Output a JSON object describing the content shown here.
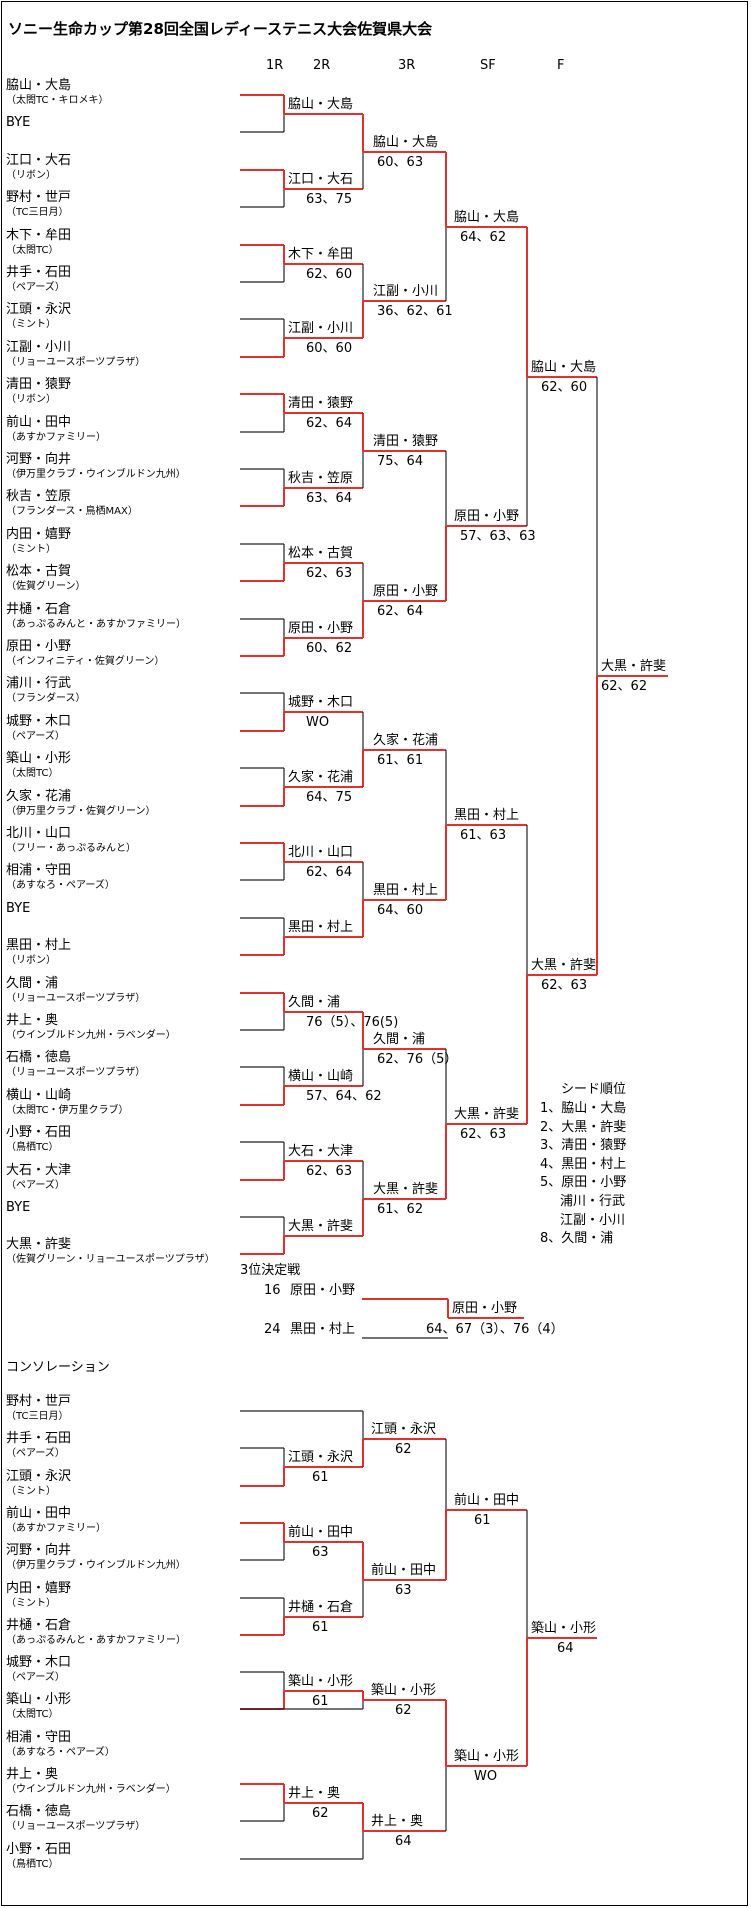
{
  "title": "ソニー生命カップ第28回全国レディーステニス大会佐賀県大会",
  "round_headers": [
    "1R",
    "2R",
    "3R",
    "SF",
    "F"
  ],
  "entries": [
    {
      "name": "脇山・大島",
      "club": "（太閤TC・キロメキ）"
    },
    {
      "name": "BYE",
      "club": ""
    },
    {
      "name": "江口・大石",
      "club": "（リボン）"
    },
    {
      "name": "野村・世戸",
      "club": "（TC三日月）"
    },
    {
      "name": "木下・牟田",
      "club": "（太閤TC）"
    },
    {
      "name": "井手・石田",
      "club": "（ペアーズ）"
    },
    {
      "name": "江頭・永沢",
      "club": "（ミント）"
    },
    {
      "name": "江副・小川",
      "club": "（リョーユースポーツプラザ）"
    },
    {
      "name": "清田・猿野",
      "club": "（リボン）"
    },
    {
      "name": "前山・田中",
      "club": "（あすかファミリー）"
    },
    {
      "name": "河野・向井",
      "club": "（伊万里クラブ・ウインブルドン九州）"
    },
    {
      "name": "秋吉・笠原",
      "club": "（フランダース・鳥栖MAX）"
    },
    {
      "name": "内田・嬉野",
      "club": "（ミント）"
    },
    {
      "name": "松本・古賀",
      "club": "（佐賀グリーン）"
    },
    {
      "name": "井樋・石倉",
      "club": "（あっぷるみんと・あすかファミリー）"
    },
    {
      "name": "原田・小野",
      "club": "（インフィニティ・佐賀グリーン）"
    },
    {
      "name": "浦川・行武",
      "club": "（フランダース）"
    },
    {
      "name": "城野・木口",
      "club": "（ペアーズ）"
    },
    {
      "name": "築山・小形",
      "club": "（太閤TC）"
    },
    {
      "name": "久家・花浦",
      "club": "（伊万里クラブ・佐賀グリーン）"
    },
    {
      "name": "北川・山口",
      "club": "（フリー・あっぷるみんと）"
    },
    {
      "name": "相浦・守田",
      "club": "（あすなろ・ペアーズ）"
    },
    {
      "name": "BYE",
      "club": ""
    },
    {
      "name": "黒田・村上",
      "club": "（リボン）"
    },
    {
      "name": "久間・浦",
      "club": "（リョーユースポーツプラザ）"
    },
    {
      "name": "井上・奥",
      "club": "（ウインブルドン九州・ラベンダー）"
    },
    {
      "name": "石橋・徳島",
      "club": "（リョーユースポーツプラザ）"
    },
    {
      "name": "横山・山崎",
      "club": "（太閤TC・伊万里クラブ）"
    },
    {
      "name": "小野・石田",
      "club": "（鳥栖TC）"
    },
    {
      "name": "大石・大津",
      "club": "（ペアーズ）"
    },
    {
      "name": "BYE",
      "club": ""
    },
    {
      "name": "大黒・許斐",
      "club": "（佐賀グリーン・リョーユースポーツプラザ）"
    }
  ],
  "r2_winners": [
    {
      "name": "脇山・大島",
      "score": ""
    },
    {
      "name": "江口・大石",
      "score": "63、75"
    },
    {
      "name": "木下・牟田",
      "score": "62、60"
    },
    {
      "name": "江副・小川",
      "score": "60、60"
    },
    {
      "name": "清田・猿野",
      "score": "62、64"
    },
    {
      "name": "秋吉・笠原",
      "score": "63、64"
    },
    {
      "name": "松本・古賀",
      "score": "62、63"
    },
    {
      "name": "原田・小野",
      "score": "60、62"
    },
    {
      "name": "城野・木口",
      "score": "WO"
    },
    {
      "name": "久家・花浦",
      "score": "64、75"
    },
    {
      "name": "北川・山口",
      "score": "62、64"
    },
    {
      "name": "黒田・村上",
      "score": ""
    },
    {
      "name": "久間・浦",
      "score": "76（5）、76(5)"
    },
    {
      "name": "横山・山崎",
      "score": "57、64、62"
    },
    {
      "name": "大石・大津",
      "score": "62、63"
    },
    {
      "name": "大黒・許斐",
      "score": ""
    }
  ],
  "r3_winners": [
    {
      "name": "脇山・大島",
      "score": "60、63"
    },
    {
      "name": "江副・小川",
      "score": "36、62、61"
    },
    {
      "name": "清田・猿野",
      "score": "75、64"
    },
    {
      "name": "原田・小野",
      "score": "62、64"
    },
    {
      "name": "久家・花浦",
      "score": "61、61"
    },
    {
      "name": "黒田・村上",
      "score": "64、60"
    },
    {
      "name": "久間・浦",
      "score": "62、76（5）"
    },
    {
      "name": "大黒・許斐",
      "score": "61、62"
    }
  ],
  "sf_winners": [
    {
      "name": "脇山・大島",
      "score": "64、62"
    },
    {
      "name": "原田・小野",
      "score": "57、63、63"
    },
    {
      "name": "黒田・村上",
      "score": "61、63"
    },
    {
      "name": "大黒・許斐",
      "score": "62、63"
    }
  ],
  "f_winners": [
    {
      "name": "脇山・大島",
      "score": "62、60"
    },
    {
      "name": "大黒・許斐",
      "score": "62、63"
    }
  ],
  "champion": {
    "name": "大黒・許斐",
    "score": "62、62"
  },
  "seeds": {
    "title": "シード順位",
    "items": [
      "1、脇山・大島",
      "2、大黒・許斐",
      "3、清田・猿野",
      "4、黒田・村上",
      "5、原田・小野",
      "浦川・行武",
      "江副・小川",
      "8、久間・浦"
    ]
  },
  "third_place": {
    "title": "3位決定戦",
    "players": [
      {
        "seed": "16",
        "name": "原田・小野"
      },
      {
        "seed": "24",
        "name": "黒田・村上"
      }
    ],
    "winner": "原田・小野",
    "score": "64、67（3）、76（4）"
  },
  "consolation": {
    "title": "コンソレーション",
    "entries": [
      {
        "name": "野村・世戸",
        "club": "（TC三日月）"
      },
      {
        "name": "井手・石田",
        "club": "（ペアーズ）"
      },
      {
        "name": "江頭・永沢",
        "club": "（ミント）"
      },
      {
        "name": "前山・田中",
        "club": "（あすかファミリー）"
      },
      {
        "name": "河野・向井",
        "club": "（伊万里クラブ・ウインブルドン九州）"
      },
      {
        "name": "内田・嬉野",
        "club": "（ミント）"
      },
      {
        "name": "井樋・石倉",
        "club": "（あっぷるみんと・あすかファミリー）"
      },
      {
        "name": "城野・木口",
        "club": "（ペアーズ）"
      },
      {
        "name": "築山・小形",
        "club": "（太閤TC）"
      },
      {
        "name": "相浦・守田",
        "club": "（あすなろ・ペアーズ）"
      },
      {
        "name": "井上・奥",
        "club": "（ウインブルドン九州・ラベンダー）"
      },
      {
        "name": "石橋・徳島",
        "club": "（リョーユースポーツプラザ）"
      },
      {
        "name": "小野・石田",
        "club": "（鳥栖TC）"
      }
    ],
    "r1_winners": [
      {
        "name": "江頭・永沢",
        "score": "61"
      },
      {
        "name": "前山・田中",
        "score": "63"
      },
      {
        "name": "井樋・石倉",
        "score": "61"
      },
      {
        "name": "築山・小形",
        "score": "61"
      },
      {
        "name": "井上・奥",
        "score": "62"
      }
    ],
    "r2_winners": [
      {
        "name": "江頭・永沢",
        "score": "62"
      },
      {
        "name": "前山・田中",
        "score": "63"
      },
      {
        "name": "築山・小形",
        "score": "62"
      },
      {
        "name": "井上・奥",
        "score": "64"
      }
    ],
    "r3_winners": [
      {
        "name": "前山・田中",
        "score": "61"
      },
      {
        "name": "築山・小形",
        "score": "WO"
      }
    ],
    "champion": {
      "name": "築山・小形",
      "score": "64"
    }
  }
}
